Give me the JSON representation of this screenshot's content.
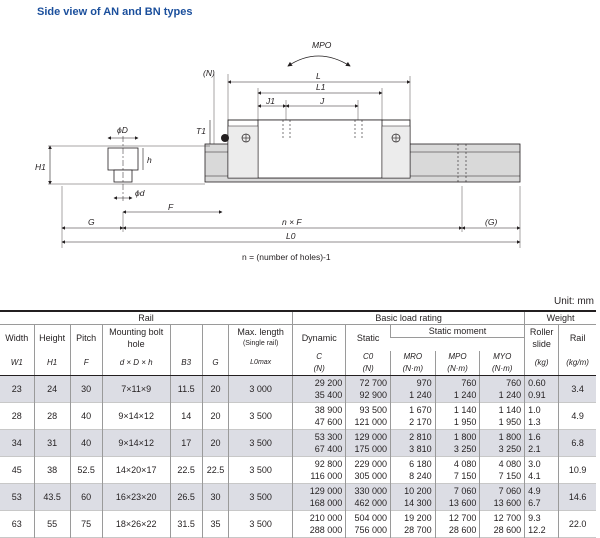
{
  "title": "Side view of AN and BN types",
  "diagram": {
    "labels": {
      "mpo": "MPO",
      "n_paren": "(N)",
      "L": "L",
      "L1": "L1",
      "J1": "J1",
      "J": "J",
      "T1": "T1",
      "phiD": "ϕD",
      "h": "h",
      "H1": "H1",
      "phid": "ϕd",
      "F": "F",
      "G": "G",
      "nxF": "n × F",
      "G_paren": "(G)",
      "L0": "L0",
      "caption": "n = (number of holes)-1"
    }
  },
  "unit": "Unit: mm",
  "table": {
    "group_headers": {
      "rail": "Rail",
      "basic_load": "Basic load rating",
      "weight": "Weight",
      "static_moment": "Static moment"
    },
    "col_headers": {
      "width": "Width",
      "height": "Height",
      "pitch": "Pitch",
      "mounting": "Mounting bolt hole",
      "max_length": "Max. length",
      "single_rail": "(Single rail)",
      "dynamic": "Dynamic",
      "static": "Static",
      "roller_slide": "Roller slide",
      "rail_w": "Rail"
    },
    "symbols": {
      "w1": "W1",
      "h1": "H1",
      "f": "F",
      "bolt": "d × D × h",
      "b3": "B3",
      "g": "G",
      "l0max": "L0max",
      "c": "C",
      "c_unit": "(N)",
      "c0": "C0",
      "c0_unit": "(N)",
      "mro": "MRO",
      "mpo": "MPO",
      "myo": "MYO",
      "nm": "(N·m)",
      "kg": "(kg)",
      "kgm": "(kg/m)"
    },
    "rows": [
      {
        "w1": "23",
        "h1": "24",
        "f": "30",
        "bolt": "7×11×9",
        "b3": "11.5",
        "g": "20",
        "l0max": "3 000",
        "c": [
          "29 200",
          "35 400"
        ],
        "c0": [
          "72 700",
          "92 900"
        ],
        "mro": [
          "970",
          "1 240"
        ],
        "mpo": [
          "760",
          "1 240"
        ],
        "myo": [
          "760",
          "1 240"
        ],
        "slide": [
          "0.60",
          "0.91"
        ],
        "rail": "3.4"
      },
      {
        "w1": "28",
        "h1": "28",
        "f": "40",
        "bolt": "9×14×12",
        "b3": "14",
        "g": "20",
        "l0max": "3 500",
        "c": [
          "38 900",
          "47 600"
        ],
        "c0": [
          "93 500",
          "121 000"
        ],
        "mro": [
          "1 670",
          "2 170"
        ],
        "mpo": [
          "1 140",
          "1 950"
        ],
        "myo": [
          "1 140",
          "1 950"
        ],
        "slide": [
          "1.0",
          "1.3"
        ],
        "rail": "4.9"
      },
      {
        "w1": "34",
        "h1": "31",
        "f": "40",
        "bolt": "9×14×12",
        "b3": "17",
        "g": "20",
        "l0max": "3 500",
        "c": [
          "53 300",
          "67 400"
        ],
        "c0": [
          "129 000",
          "175 000"
        ],
        "mro": [
          "2 810",
          "3 810"
        ],
        "mpo": [
          "1 800",
          "3 250"
        ],
        "myo": [
          "1 800",
          "3 250"
        ],
        "slide": [
          "1.6",
          "2.1"
        ],
        "rail": "6.8"
      },
      {
        "w1": "45",
        "h1": "38",
        "f": "52.5",
        "bolt": "14×20×17",
        "b3": "22.5",
        "g": "22.5",
        "l0max": "3 500",
        "c": [
          "92 800",
          "116 000"
        ],
        "c0": [
          "229 000",
          "305 000"
        ],
        "mro": [
          "6 180",
          "8 240"
        ],
        "mpo": [
          "4 080",
          "7 150"
        ],
        "myo": [
          "4 080",
          "7 150"
        ],
        "slide": [
          "3.0",
          "4.1"
        ],
        "rail": "10.9"
      },
      {
        "w1": "53",
        "h1": "43.5",
        "f": "60",
        "bolt": "16×23×20",
        "b3": "26.5",
        "g": "30",
        "l0max": "3 500",
        "c": [
          "129 000",
          "168 000"
        ],
        "c0": [
          "330 000",
          "462 000"
        ],
        "mro": [
          "10 200",
          "14 300"
        ],
        "mpo": [
          "7 060",
          "13 600"
        ],
        "myo": [
          "7 060",
          "13 600"
        ],
        "slide": [
          "4.9",
          "6.7"
        ],
        "rail": "14.6"
      },
      {
        "w1": "63",
        "h1": "55",
        "f": "75",
        "bolt": "18×26×22",
        "b3": "31.5",
        "g": "35",
        "l0max": "3 500",
        "c": [
          "210 000",
          "288 000"
        ],
        "c0": [
          "504 000",
          "756 000"
        ],
        "mro": [
          "19 200",
          "28 700"
        ],
        "mpo": [
          "12 700",
          "28 600"
        ],
        "myo": [
          "12 700",
          "28 600"
        ],
        "slide": [
          "9.3",
          "12.2"
        ],
        "rail": "22.0"
      }
    ]
  }
}
